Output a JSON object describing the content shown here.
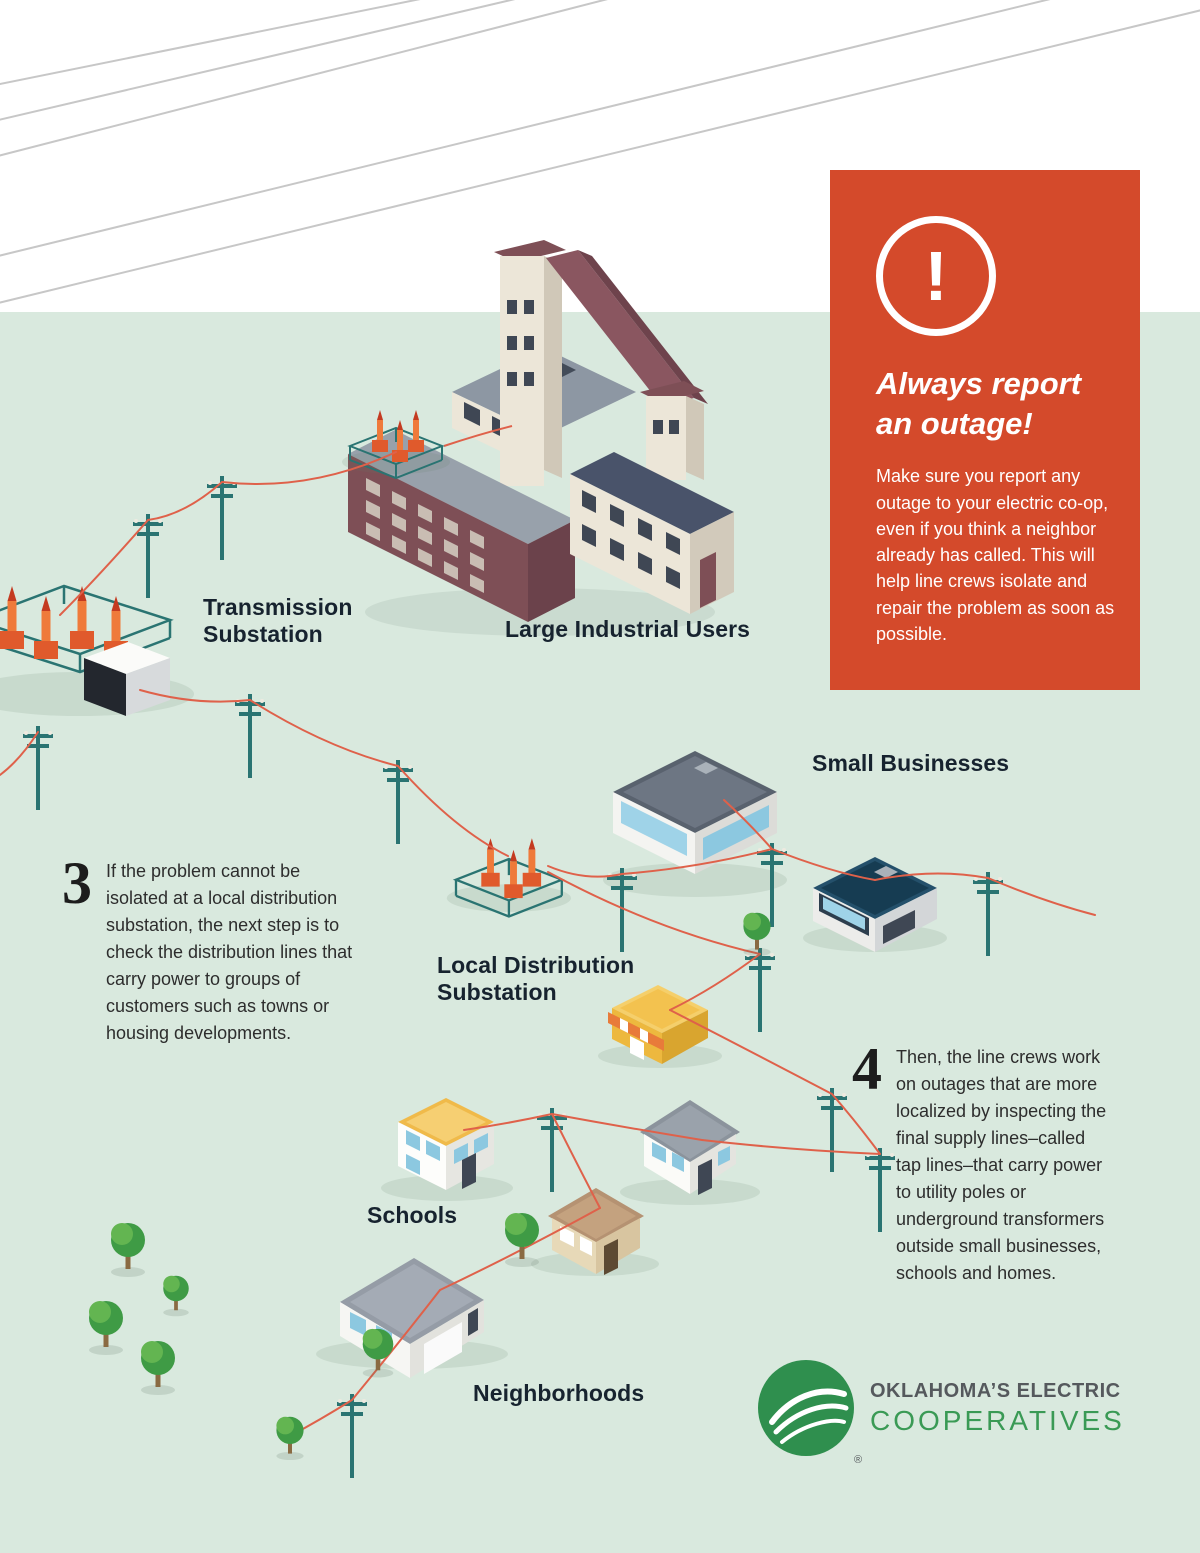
{
  "callout": {
    "alert_glyph": "!",
    "title_line1": "Always report",
    "title_line2": "an outage!",
    "body": "Make sure you report any outage to your electric co-op, even if you think a neighbor already has called. This will help line crews isolate and repair the problem as soon as possible."
  },
  "labels": {
    "transmission_substation": "Transmission Substation",
    "large_industrial_users": "Large Industrial Users",
    "small_businesses": "Small Businesses",
    "local_distribution_substation": "Local Distribution Substation",
    "schools": "Schools",
    "neighborhoods": "Neighborhoods"
  },
  "steps": {
    "step3": {
      "number": "3",
      "text": "If the problem cannot be isolated at a local distribution substation, the next step is to check the distribution lines that carry power to groups of customers such as towns or housing developments."
    },
    "step4": {
      "number": "4",
      "text": "Then, the line crews work on outages that are more localized by inspecting the final supply lines–called tap lines–that carry power to utility poles or underground transformers outside small businesses, schools and homes."
    }
  },
  "logo": {
    "line1": "OKLAHOMA’S ELECTRIC",
    "line2": "COOPERATIVES",
    "registered": "®"
  },
  "colors": {
    "ground": "#d9e9de",
    "callout_bg": "#d44a2b",
    "wire": "#df614a",
    "pole": "#2a7472",
    "factory_maroon": "#7e4f56",
    "logo_green": "#2f8f4e",
    "label_text": "#17232f"
  }
}
